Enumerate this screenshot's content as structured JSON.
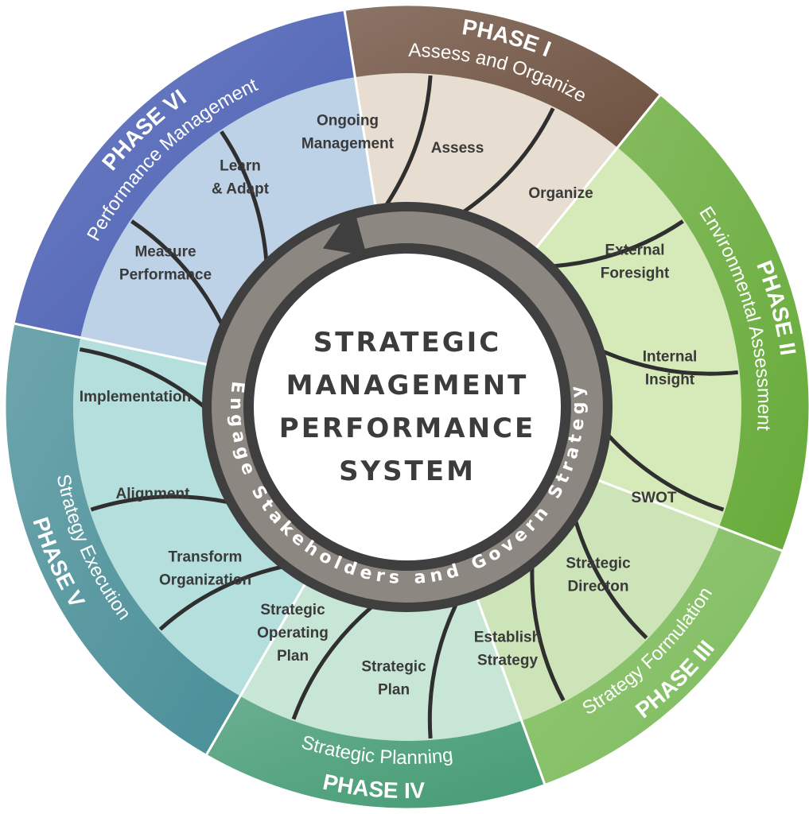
{
  "center": {
    "lines": [
      "STRATEGIC",
      "MANAGEMENT",
      "PERFORMANCE",
      "SYSTEM"
    ],
    "ring_text": "Engage Stakeholders and Govern Strategy"
  },
  "colors": {
    "ring_dark": "#3f3f3f",
    "ring_arrow": "#8c8781",
    "center_fill": "#ffffff"
  },
  "phases": [
    {
      "phase": "PHASE I",
      "title": "Assess and Organize",
      "band": "#6e5140",
      "inner": "#e7ddd0",
      "steps": [
        [
          "Assess"
        ],
        [
          "Organize"
        ]
      ]
    },
    {
      "phase": "PHASE II",
      "title": "Environmental Assessment",
      "band": "#66aa38",
      "inner": "#d5e9b9",
      "steps": [
        [
          "External",
          "Foresight"
        ],
        [
          "Internal",
          "Insight"
        ],
        [
          "SWOT"
        ]
      ]
    },
    {
      "phase": "PHASE III",
      "title": "Strategy Formulation",
      "band": "#7cbb5a",
      "inner": "#cde4b9",
      "steps": [
        [
          "Strategic",
          "Directon"
        ],
        [
          "Establish",
          "Strategy"
        ]
      ]
    },
    {
      "phase": "PHASE IV",
      "title": "Strategic Planning",
      "band": "#459b74",
      "inner": "#c8e6d5",
      "steps": [
        [
          "Strategic",
          "Plan"
        ],
        [
          "Strategic",
          "Operating",
          "Plan"
        ]
      ]
    },
    {
      "phase": "PHASE V",
      "title": "Strategy Execution",
      "band": "#4a8f98",
      "inner": "#b4dfdd",
      "steps": [
        [
          "Transform",
          "Organization"
        ],
        [
          "Alignment"
        ],
        [
          "Implementation"
        ]
      ]
    },
    {
      "phase": "PHASE VI",
      "title": "Performance Management",
      "band": "#4a5fb3",
      "inner": "#bdd1e7",
      "steps": [
        [
          "Measure",
          "Performance"
        ],
        [
          "Learn",
          "& Adapt"
        ],
        [
          "Ongoing",
          "Management"
        ]
      ]
    }
  ]
}
